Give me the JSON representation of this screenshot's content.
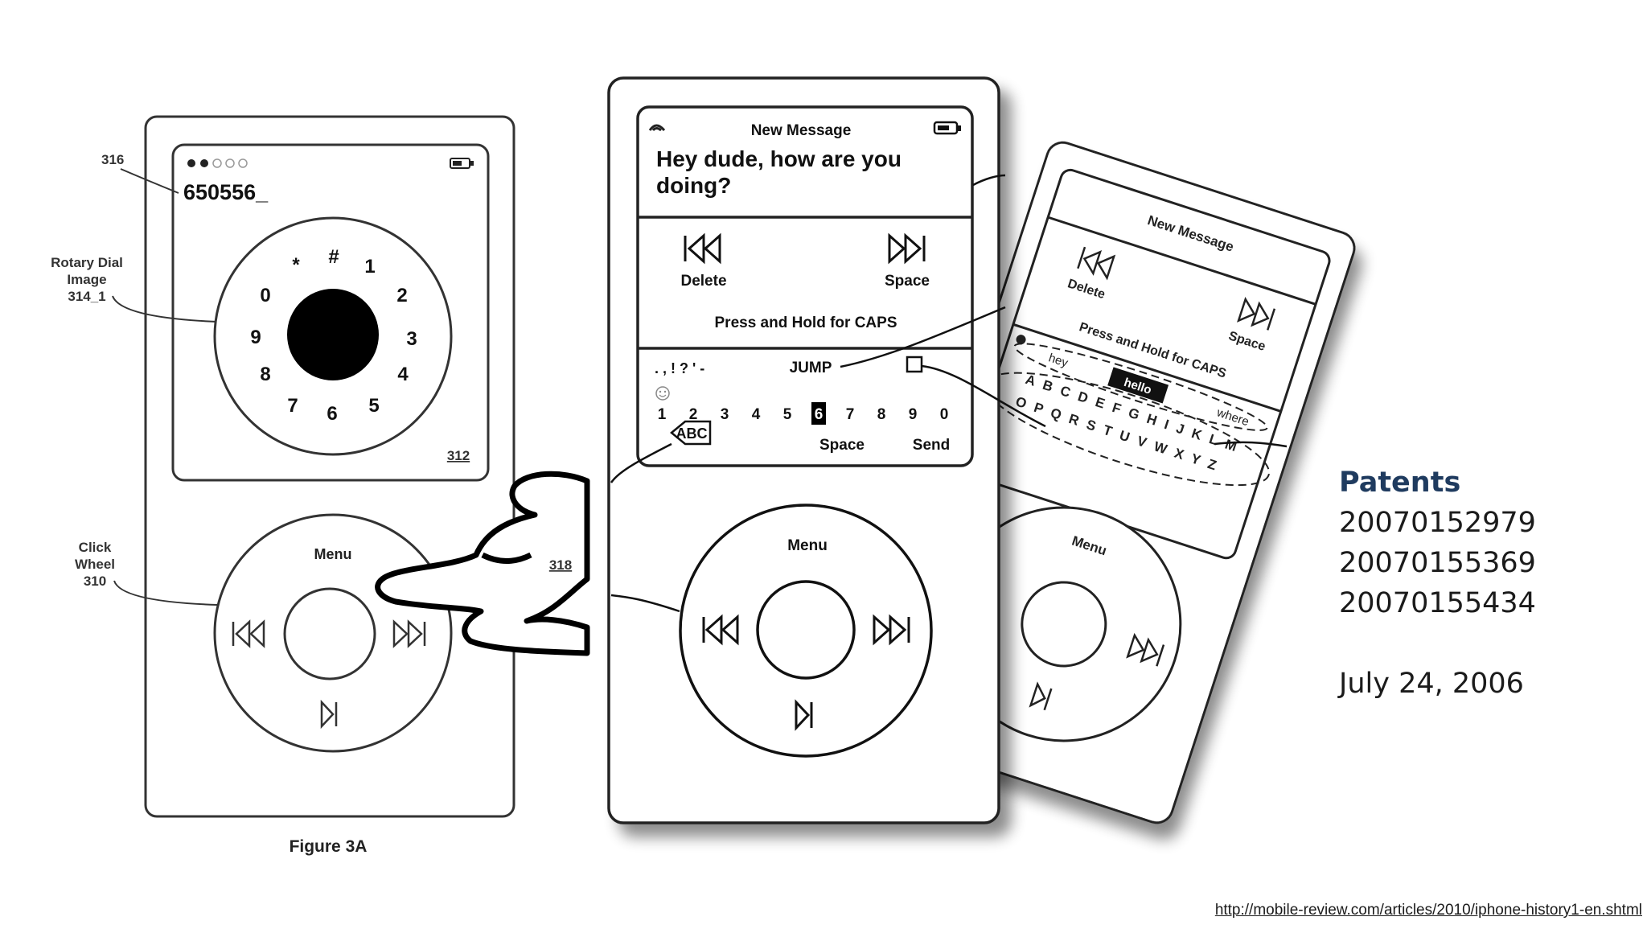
{
  "figure_a": {
    "label_316": "316",
    "dial_number": "650556_",
    "rotary_label": [
      "Rotary Dial",
      "Image",
      "314_1"
    ],
    "dial_chars": [
      "*",
      "#",
      "1",
      "2",
      "3",
      "4",
      "5",
      "6",
      "7",
      "8",
      "9",
      "0"
    ],
    "label_312": "312",
    "click_wheel_label": [
      "Click",
      "Wheel",
      "310"
    ],
    "wheel_menu": "Menu",
    "label_318": "318",
    "caption": "Figure 3A"
  },
  "figure_b": {
    "screen_title": "New Message",
    "message": [
      "Hey dude, how are you",
      "doing?"
    ],
    "delete_label": "Delete",
    "space_label": "Space",
    "caps_hint": "Press and Hold for CAPS",
    "punctuation": ". , ! ? ' -",
    "jump_label": "JUMP",
    "digits": [
      "1",
      "2",
      "3",
      "4",
      "5",
      "6",
      "7",
      "8",
      "9",
      "0"
    ],
    "selected_digit": "6",
    "abc_label": "ABC",
    "space_key": "Space",
    "send_key": "Send",
    "wheel_menu": "Menu"
  },
  "figure_c": {
    "screen_title": "New Message",
    "delete_label": "Delete",
    "space_label": "Space",
    "caps_hint": "Press and Hold for CAPS",
    "suggestions": [
      "hey",
      "hello",
      "where"
    ],
    "alpha_row_1": "A B C D E F G H I J K L M",
    "alpha_row_2": "O P Q R S T U V W X Y Z",
    "wheel_menu": "Menu"
  },
  "sidebar": {
    "heading": "Patents",
    "patents": [
      "20070152979",
      "20070155369",
      "20070155434"
    ],
    "date": "July 24, 2006"
  },
  "source_url": "http://mobile-review.com/articles/2010/iphone-history1-en.shtml"
}
